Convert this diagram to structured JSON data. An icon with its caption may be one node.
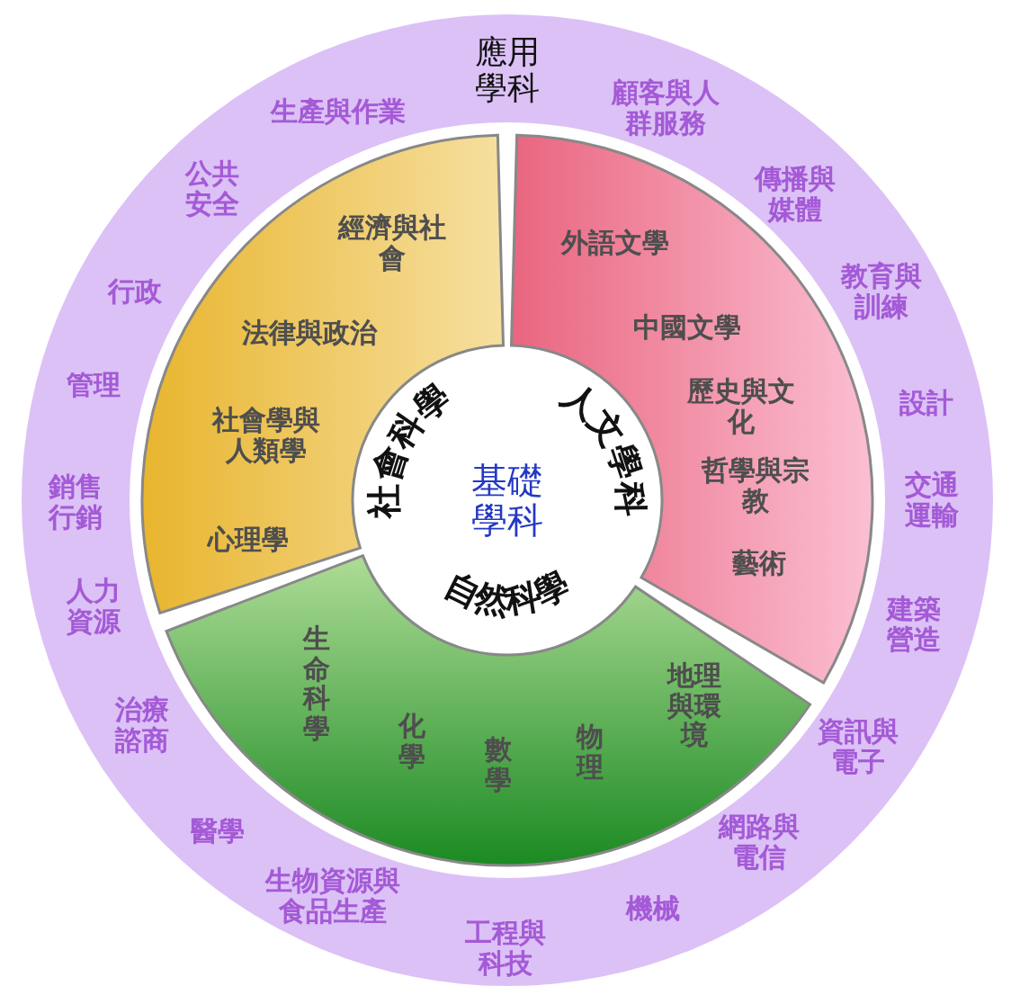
{
  "diagram": {
    "nodes": [
      {
        "text": [
          "應用學科",
          "顧客與人群服務",
          "傳播與媒體",
          "教育與訓練",
          "設計",
          "交通運輸",
          "建築營造",
          "資訊與電子",
          "網路與電信",
          "機械",
          "工程與科技",
          "生物資源與食品生產",
          "醫學",
          "治療諮商",
          "人力資源",
          "銷售行銷",
          "管理",
          "行政",
          "公共安全",
          "生產與作業"
        ]
      },
      {
        "text": [
          "社會科學",
          "經濟與社會",
          "法律與政治",
          "社會學與人類學",
          "心理學"
        ],
        "in": 0
      },
      {
        "text": [
          "人文學科",
          "外語文學",
          "中國文學",
          "歷史與文化",
          "哲學與宗教",
          "藝術"
        ],
        "in": 0
      },
      {
        "text": [
          "自然科學",
          "生命科學",
          "化學",
          "數學",
          "物理",
          "地理與環境"
        ],
        "in": 0
      },
      {
        "text": [
          "基礎學科"
        ],
        "in": 0
      }
    ]
  }
}
